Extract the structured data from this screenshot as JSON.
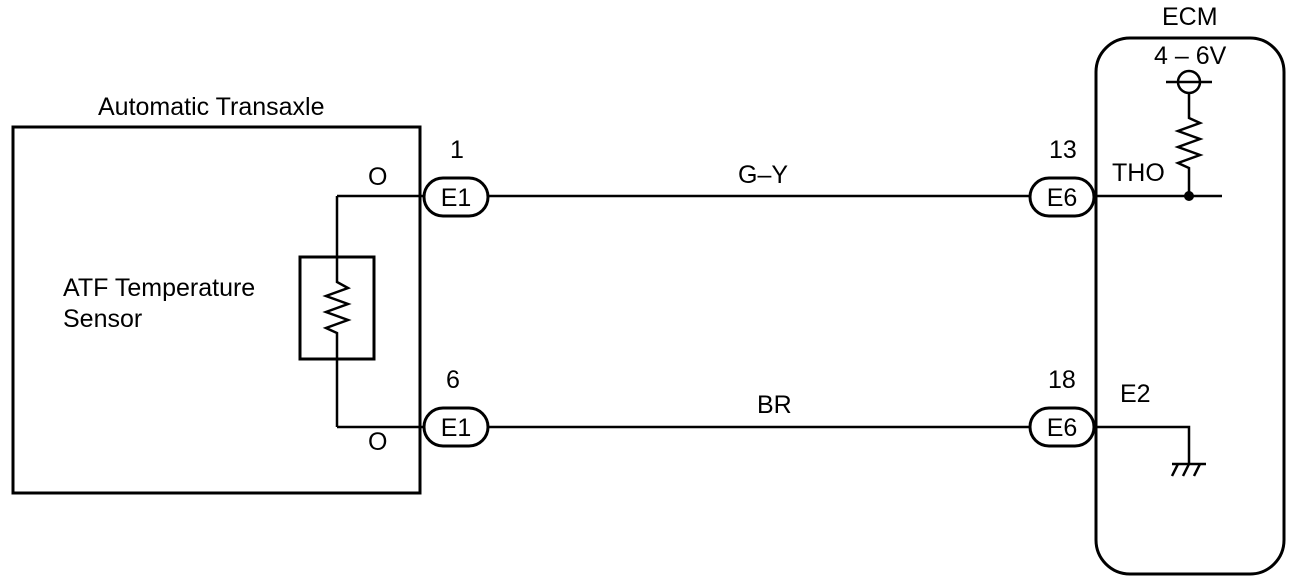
{
  "transaxle": {
    "title": "Automatic Transaxle"
  },
  "sensor": {
    "label_line1": "ATF Temperature",
    "label_line2": "Sensor"
  },
  "ecm": {
    "title": "ECM",
    "supply_voltage": "4 – 6V",
    "signal_terminal": "THO",
    "ground_terminal": "E2"
  },
  "wires": [
    {
      "color_code": "G–Y",
      "left_connector": "E1",
      "left_pin": "1",
      "right_connector": "E6",
      "right_pin": "13",
      "end_mark": "O"
    },
    {
      "color_code": "BR",
      "left_connector": "E1",
      "left_pin": "6",
      "right_connector": "E6",
      "right_pin": "18",
      "end_mark": "O"
    }
  ]
}
